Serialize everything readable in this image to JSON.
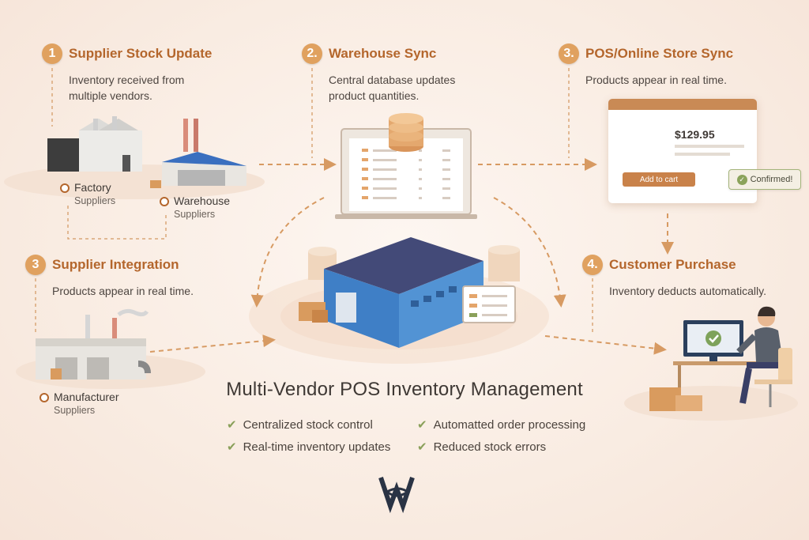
{
  "title": "Multi-Vendor POS Inventory Management",
  "steps": [
    {
      "num": "1",
      "title": "Supplier Stock Update",
      "desc": "Inventory received from\nmultiple vendors."
    },
    {
      "num": "2.",
      "title": "Warehouse Sync",
      "desc": "Central database updates\nproduct quantities."
    },
    {
      "num": "3.",
      "title": "POS/Online Store Sync",
      "desc": "Products appear in real time."
    },
    {
      "num": "3",
      "title": "Supplier Integration",
      "desc": "Products appear in real time."
    },
    {
      "num": "4.",
      "title": "Customer Purchase",
      "desc": "Inventory deducts automatically."
    }
  ],
  "labels": {
    "factory": {
      "name": "Factory",
      "sub": "Suppliers"
    },
    "warehouse": {
      "name": "Warehouse",
      "sub": "Suppliers"
    },
    "manufacturer": {
      "name": "Manufacturer",
      "sub": "Suppliers"
    }
  },
  "store": {
    "price": "$129.95",
    "add_to_cart": "Add to cart",
    "confirmed": "Confirmed!"
  },
  "benefits": [
    "Centralized stock control",
    "Automatted order processing",
    "Real-time inventory updates",
    "Reduced stock errors"
  ],
  "colors": {
    "accent": "#b4662c",
    "badge": "#e0a15f",
    "building": "#3f7fc6",
    "roof": "#434a78",
    "check": "#8aa05a"
  }
}
